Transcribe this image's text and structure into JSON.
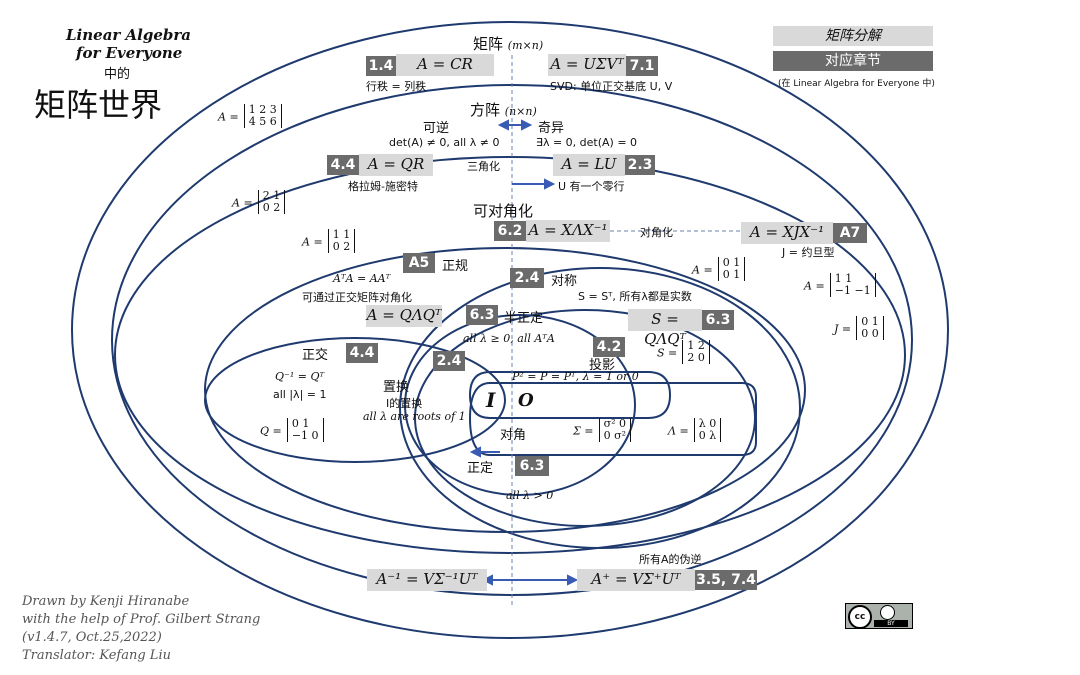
{
  "title": {
    "line1": "Linear Algebra",
    "line2": "for Everyone",
    "line3": "中的",
    "main": "矩阵世界"
  },
  "legend": {
    "decomposition": "矩阵分解",
    "chapter": "对应章节",
    "note": "(在 Linear Algebra for Everyone 中)"
  },
  "credits": {
    "line1": "Drawn by Kenji Hiranabe",
    "line2": "with the help of Prof. Gilbert Strang",
    "line3": "(v1.4.7, Oct.25,2022)",
    "line4": "Translator: Kefang Liu"
  },
  "license_badge": {
    "cc": "cc",
    "by": "BY"
  },
  "regions": {
    "matrix": {
      "label": "矩阵",
      "dims": "(m×n)",
      "cr_chapter": "1.4",
      "cr_formula": "A = CR",
      "cr_note": "行秩 = 列秩",
      "svd_formula": "A = UΣVᵀ",
      "svd_chapter": "7.1",
      "svd_note": "SVD: 单位正交基底 U, V",
      "example": [
        "1  2  3",
        "4  5  6"
      ]
    },
    "square": {
      "label": "方阵",
      "dims": "(n×n)",
      "invertible": "可逆",
      "invertible_cond": "det(A) ≠ 0, all λ ≠ 0",
      "singular": "奇异",
      "singular_cond": "∃λ = 0, det(A) = 0",
      "qr_chapter": "4.4",
      "qr_formula": "A = QR",
      "qr_note": "格拉姆-施密特",
      "triangular": "三角化",
      "lu_formula": "A = LU",
      "lu_chapter": "2.3",
      "lu_note": "U 有一个零行",
      "example": [
        "2  1",
        "0  2"
      ]
    },
    "diagonalizable": {
      "label": "可对角化",
      "chapter": "6.2",
      "formula": "A = XΛX⁻¹",
      "text": "对角化",
      "jordan_formula": "A = XJX⁻¹",
      "jordan_chapter": "A7",
      "jordan_note": "J = 约旦型",
      "example": [
        "1  1",
        "0  2"
      ],
      "nondiag_example1": [
        "0  1",
        "0  1"
      ],
      "nondiag_example2": [
        "1   1",
        "−1  −1"
      ],
      "jordan_example": [
        "0  1",
        "0  0"
      ]
    },
    "normal": {
      "chapter": "A5",
      "label": "正规",
      "cond": "AᵀA = AAᵀ",
      "note": "可通过正交矩阵对角化",
      "formula": "A = QΛQᵀ"
    },
    "symmetric": {
      "chapter": "2.4",
      "label": "对称",
      "cond": "S = Sᵀ, 所有λ都是实数",
      "formula": "S = QΛQᵀ",
      "formula_chapter": "6.3",
      "example": [
        "1  2",
        "2  0"
      ]
    },
    "semidefinite": {
      "chapter": "6.3",
      "label": "半正定",
      "cond": "all λ ≥ 0, all AᵀA"
    },
    "orthogonal": {
      "label": "正交",
      "chapter": "4.4",
      "cond1": "Q⁻¹ = Qᵀ",
      "cond2": "all |λ| = 1",
      "example": [
        "0   1",
        "−1  0"
      ]
    },
    "permutation": {
      "chapter": "2.4",
      "label": "置换",
      "sub": "I的置换",
      "cond": "all λ are roots of 1"
    },
    "projection": {
      "chapter": "4.2",
      "label": "投影",
      "cond": "P² = P = Pᵀ, λ = 1 or 0"
    },
    "diagonal": {
      "label": "对角",
      "sigma_example": [
        "σ²   0",
        "0   σ²"
      ],
      "lambda_example": [
        "λ  0",
        "0  λ"
      ]
    },
    "definite": {
      "label": "正定",
      "chapter": "6.3",
      "cond": "all λ > 0"
    },
    "identity": "I",
    "zero": "O"
  },
  "pseudoinverse": {
    "note": "所有A的伪逆",
    "inverse_formula": "A⁻¹ = VΣ⁻¹Uᵀ",
    "pinv_formula": "A⁺ = VΣ⁺Uᵀ",
    "chapter": "3.5, 7.4"
  }
}
